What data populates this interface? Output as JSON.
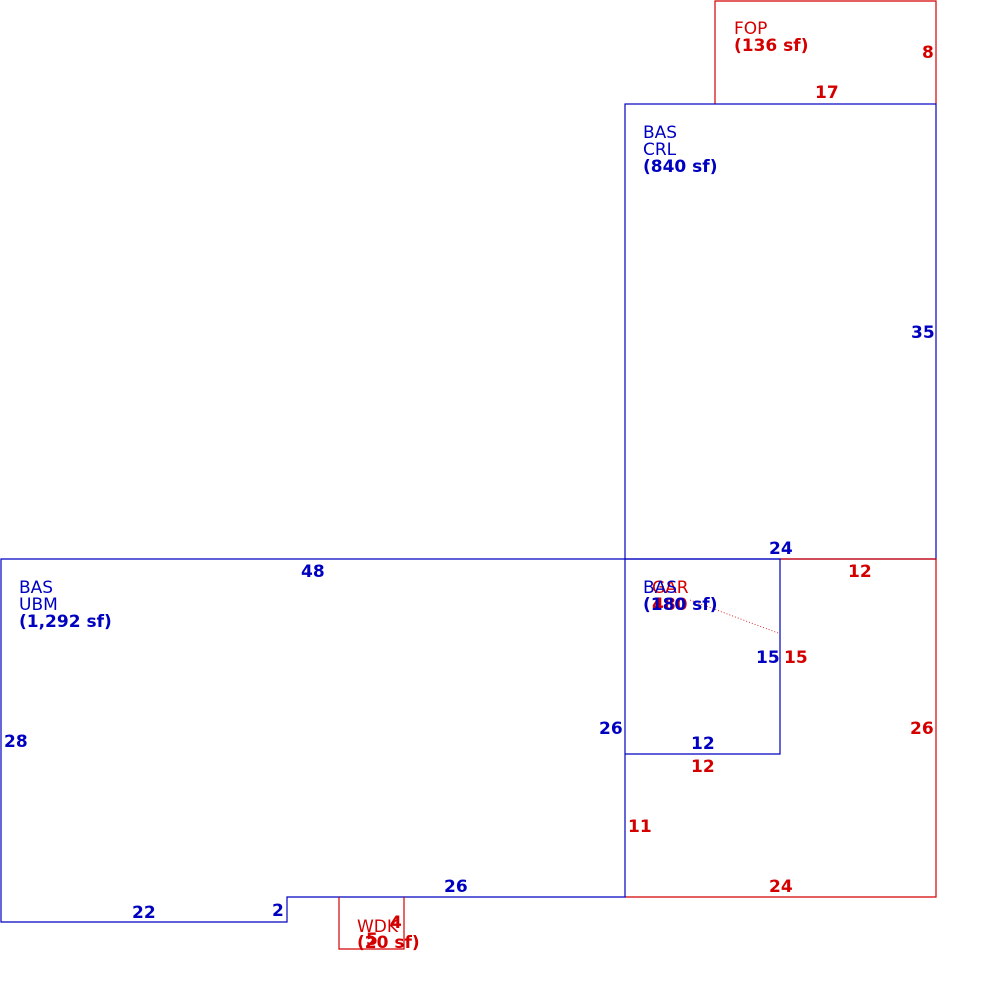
{
  "colors": {
    "blue": "#0000c0",
    "red": "#d40000"
  },
  "areas": {
    "fop": {
      "code": "FOP",
      "size": "(136 sf)"
    },
    "crl": {
      "code": "BAS",
      "sub": "CRL",
      "size": "(840 sf)"
    },
    "ubm": {
      "code": "BAS",
      "sub": "UBM",
      "size": "(1,292 sf)"
    },
    "bas_small": {
      "code": "BAS",
      "size": "(180 sf)"
    },
    "overlap": {
      "code": "GAR",
      "size": "480"
    },
    "wdk": {
      "code": "WDK",
      "size": "(20 sf)"
    }
  },
  "dimensions": {
    "fop_side": "8",
    "fop_bottom": "17",
    "crl_side": "35",
    "crl_bottom": "24",
    "ubm_top": "48",
    "ubm_left": "28",
    "ubm_bottom": "22",
    "ubm_step": "2",
    "ubm_bottom2": "26",
    "ubm_right": "26",
    "bas_right": "15",
    "bas_bottom": "12",
    "gar_top": "12",
    "gar_inner": "15",
    "gar_right": "26",
    "gar_notch": "12",
    "gar_left": "11",
    "gar_bottom": "24",
    "wdk_side": "4",
    "wdk_bottom": "5"
  }
}
